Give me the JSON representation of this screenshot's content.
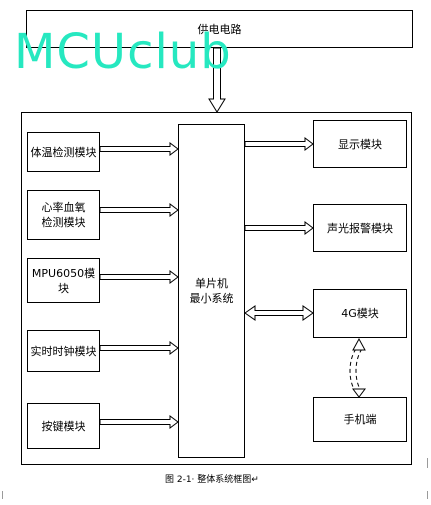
{
  "power": {
    "label": "供电电路"
  },
  "watermark": {
    "text": "MCUclub"
  },
  "mcu": {
    "label": "单片机\n最小系统"
  },
  "inputs": [
    {
      "key": "temp",
      "label": "体温检测模块"
    },
    {
      "key": "hr",
      "label": "心率血氧\n检测模块"
    },
    {
      "key": "mpu",
      "label": "MPU6050模块"
    },
    {
      "key": "rtc",
      "label": "实时时钟模块"
    },
    {
      "key": "keys",
      "label": "按键模块"
    }
  ],
  "outputs": [
    {
      "key": "display",
      "label": "显示模块"
    },
    {
      "key": "alarm",
      "label": "声光报警模块"
    },
    {
      "key": "4g",
      "label": "4G模块"
    },
    {
      "key": "phone",
      "label": "手机端"
    }
  ],
  "caption": {
    "text": "图 2-1· 整体系统框图↵"
  }
}
